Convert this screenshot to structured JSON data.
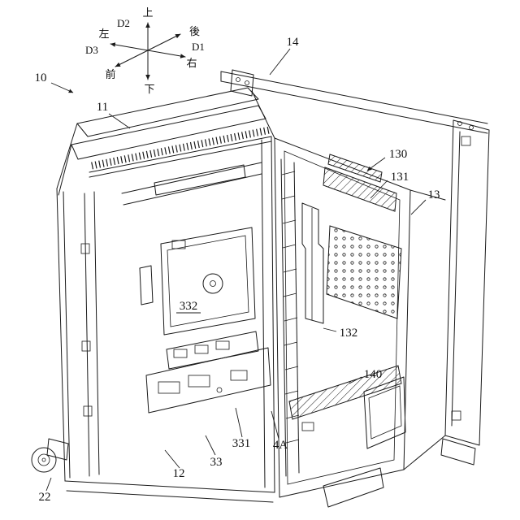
{
  "page": {
    "background": "#ffffff",
    "line_color": "#1a1a1a"
  },
  "compass": {
    "up": "上",
    "down": "下",
    "left": "左",
    "right": "右",
    "front": "前",
    "back": "後",
    "d1": "D1",
    "d2": "D2",
    "d3": "D3"
  },
  "labels": {
    "n10": "10",
    "n11": "11",
    "n12": "12",
    "n13": "13",
    "n14": "14",
    "n22": "22",
    "n33": "33",
    "n130": "130",
    "n131": "131",
    "n132": "132",
    "n140": "140",
    "n331": "331",
    "n332": "332",
    "n4A": "4A"
  }
}
